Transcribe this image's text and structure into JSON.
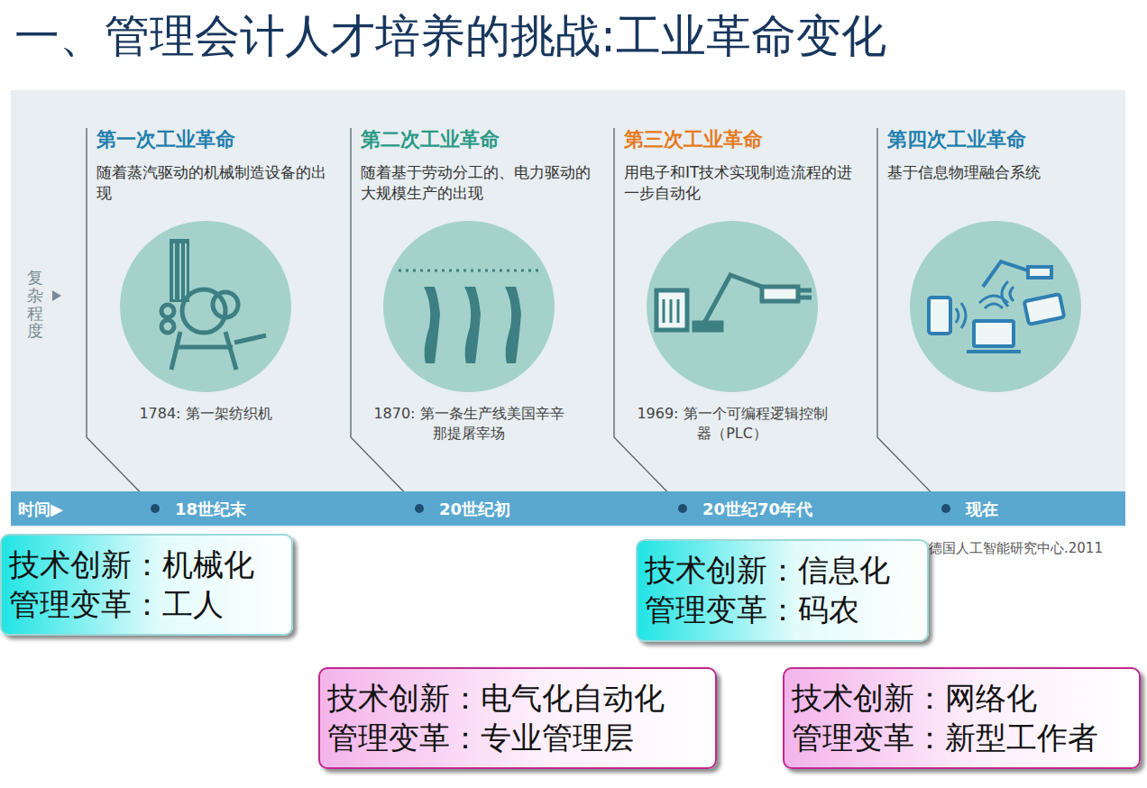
{
  "diagram": {
    "title": "一、管理会计人才培养的挑战:工业革命变化",
    "nodes": [
      {
        "text": [
          "时间▶",
          "18世纪末",
          "20世纪初",
          "20世纪70年代",
          "现在"
        ]
      },
      {
        "text": [
          "技术创新：机械化",
          "管理变革：工人"
        ]
      },
      {
        "text": [
          "技术创新：信息化",
          "管理变革：码农"
        ]
      },
      {
        "text": [
          "技术创新：电气化自动化",
          "管理变革：专业管理层"
        ]
      },
      {
        "text": [
          "技术创新：网络化",
          "管理变革：新型工作者"
        ]
      }
    ],
    "labels": [
      "第一次工业革命",
      "随着蒸汽驱动的机械制造设备的出现",
      "第二次工业革命",
      "随着基于劳动分工的、电力驱动的大规模生产的出现",
      "第三次工业革命",
      "用电子和IT技术实现制造流程的进一步自动化",
      "第四次工业革命",
      "基于信息物理融合系统",
      "复杂程度",
      "1784: 第一架纺织机",
      "1870: 第一条生产线美国辛辛那提屠宰场",
      "1969: 第一个可编程逻辑控制器（PLC）",
      "德国人工智能研究中心.2011"
    ]
  }
}
